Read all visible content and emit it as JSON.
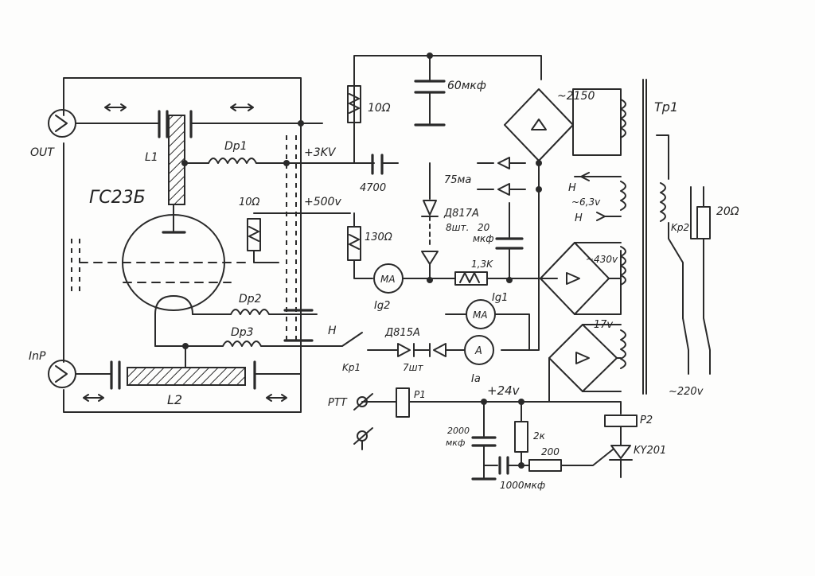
{
  "labels": {
    "out": "OUT",
    "inp": "InP",
    "tube": "ГС23Б",
    "l1": "L1",
    "l2": "L2",
    "dr1": "Dp1",
    "dr2": "Dp2",
    "dr3": "Dp3",
    "hv_3kv": "+3KV",
    "c4700": "4700",
    "r10_top": "10Ω",
    "c60": "60мкф",
    "ac2150": "~2150",
    "tp1": "Tp1",
    "ma75": "75ма",
    "d817": "Д817А",
    "d817_count": "8шт.",
    "c20": "20",
    "c20_unit": "мкф",
    "r10_grid": "10Ω",
    "hv_500": "+500v",
    "r130": "130Ω",
    "r13k": "1,3K",
    "ma_g2": "MA",
    "ig2": "Ig2",
    "ig1": "Ig1",
    "ma_g1": "MA",
    "h_top": "H",
    "ac63": "~6,3v",
    "h_bot": "H",
    "ac430": "~430v",
    "kp2": "Kp2",
    "r20": "20Ω",
    "ac17": "~17v",
    "h_mid": "H",
    "d815": "Д815А",
    "d815_count": "7шт",
    "kp1": "Kp1",
    "amm": "A",
    "ia": "Ia",
    "plus24": "+24v",
    "ptt": "PTT",
    "p1": "P1",
    "p2": "P2",
    "c2000": "2000",
    "c2000_unit": "мкф",
    "r2k": "2к",
    "r200": "200",
    "c1000": "1000мкф",
    "ky201": "KY201",
    "ac220": "~220v"
  }
}
